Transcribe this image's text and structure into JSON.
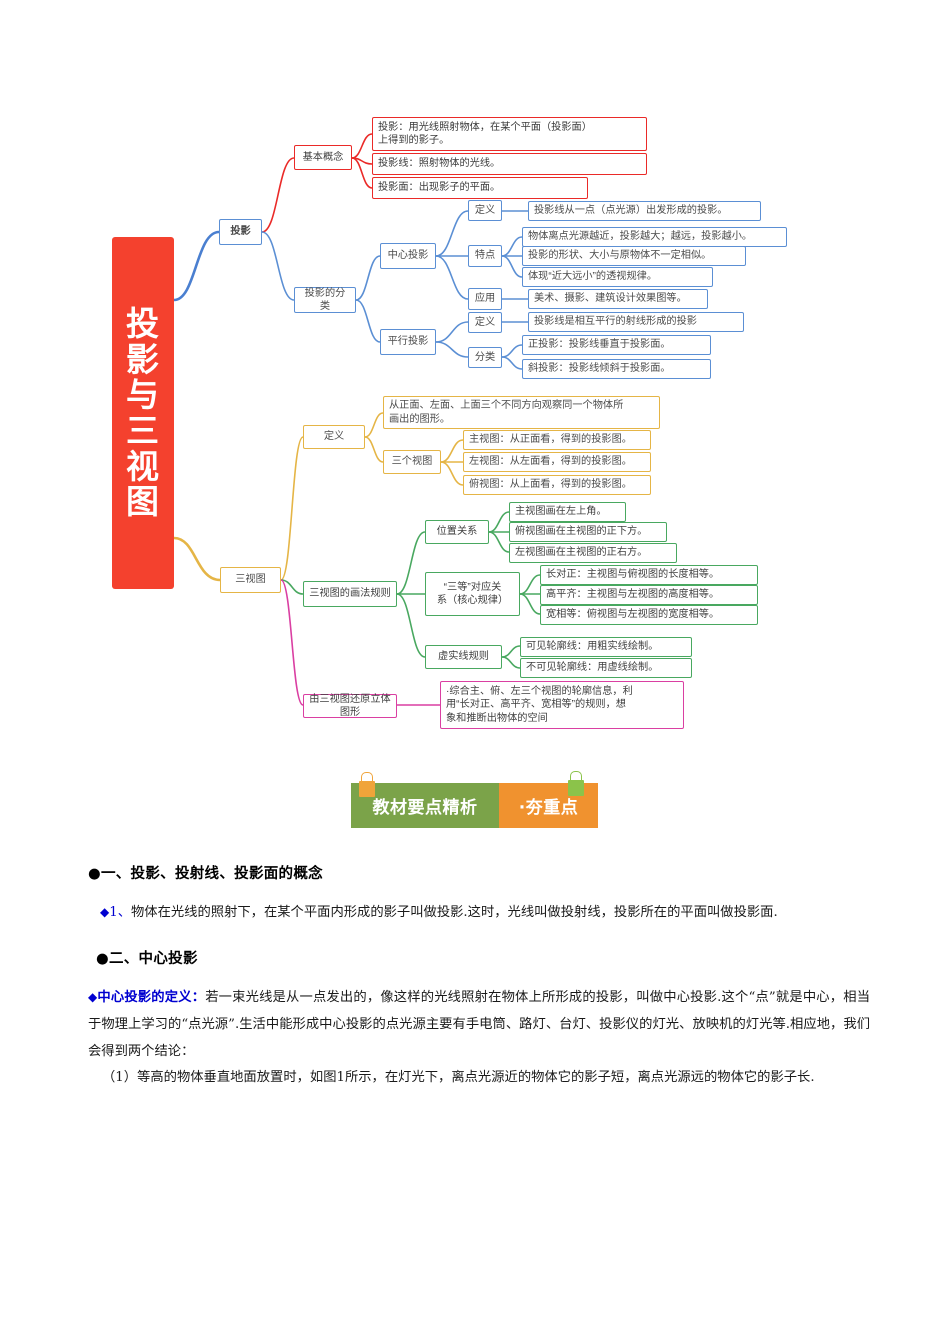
{
  "mindmap": {
    "root": "投影与三视图",
    "root_chars": [
      "投",
      "影",
      "与",
      "三",
      "视",
      "图"
    ],
    "branches": {
      "projection": {
        "label": "投影",
        "basic_concepts": {
          "label": "基本概念",
          "items": [
            "投影：用光线照射物体，在某个平面（投影面）\n上得到的影子。",
            "投影线：照射物体的光线。",
            "投影面：出现影子的平面。"
          ]
        },
        "classification": {
          "label": "投影的分类",
          "central": {
            "label": "中心投影",
            "definition_label": "定义",
            "definition_items": [
              "投影线从一点（点光源）出发形成的投影。"
            ],
            "feature_label": "特点",
            "feature_items": [
              "物体离点光源越近，投影越大；越远，投影越小。",
              "投影的形状、大小与原物体不一定相似。",
              "体现“近大远小”的透视规律。"
            ],
            "application_label": "应用",
            "application_items": [
              "美术、摄影、建筑设计效果图等。"
            ]
          },
          "parallel": {
            "label": "平行投影",
            "definition_label": "定义",
            "definition_items": [
              "投影线是相互平行的射线形成的投影"
            ],
            "category_label": "分类",
            "category_items": [
              "正投影：投影线垂直于投影面。",
              "斜投影：投影线倾斜于投影面。"
            ]
          }
        }
      },
      "three_views": {
        "label": "三视图",
        "definition": {
          "label": "定义",
          "items": [
            "从正面、左面、上面三个不同方向观察同一个物体所\n画出的图形。"
          ]
        },
        "three_view_group": {
          "label": "三个视图",
          "items": [
            "主视图：从正面看，得到的投影图。",
            "左视图：从左面看，得到的投影图。",
            "俯视图：从上面看，得到的投影图。"
          ]
        },
        "drawing_rules": {
          "label": "三视图的画法规则",
          "position": {
            "label": "位置关系",
            "items": [
              "主视图画在左上角。",
              "俯视图画在主视图的正下方。",
              "左视图画在主视图的正右方。"
            ]
          },
          "three_equal": {
            "label": "“三等”对应关\n系（核心规律）",
            "items": [
              "长对正：主视图与俯视图的长度相等。",
              "高平齐：主视图与左视图的高度相等。",
              "宽相等：俯视图与左视图的宽度相等。"
            ]
          },
          "line_rules": {
            "label": "虚实线规则",
            "items": [
              "可见轮廓线：用粗实线绘制。",
              "不可见轮廓线：用虚线绘制。"
            ]
          }
        },
        "restore": {
          "label": "由三视图还原立体图形",
          "items": [
            "·综合主、俯、左三个视图的轮廓信息，利\n用“长对正、高平齐、宽相等”的规则，想\n象和推断出物体的空间"
          ]
        }
      }
    },
    "colors": {
      "root_bg": "#f4412e",
      "blue": "#5b8fd4",
      "red": "#ea2a28",
      "yellow": "#e5b546",
      "green": "#49a860",
      "pink": "#da3fa2"
    }
  },
  "banner": {
    "left_text": "教材要点精析",
    "right_text": "·夯重点",
    "left_color": "#7ba349",
    "right_color": "#f0922f"
  },
  "document": {
    "section1": {
      "heading": "●一、投影、投射线、投影面的概念",
      "marker": "◆",
      "number": "1、",
      "body": "物体在光线的照射下，在某个平面内形成的影子叫做投影.这时，光线叫做投射线，投影所在的平面叫做投影面."
    },
    "section2": {
      "heading": "●二、中心投影",
      "marker": "◆",
      "term": "中心投影的定义：",
      "body": "若一束光线是从一点发出的，像这样的光线照射在物体上所形成的投影，叫做中心投影.这个“点”就是中心，相当于物理上学习的“点光源”.生活中能形成中心投影的点光源主要有手电筒、路灯、台灯、投影仪的灯光、放映机的灯光等.相应地，我们会得到两个结论：",
      "item1": "（1）等高的物体垂直地面放置时，如图1所示，在灯光下，离点光源近的物体它的影子短，离点光源远的物体它的影子长."
    }
  }
}
